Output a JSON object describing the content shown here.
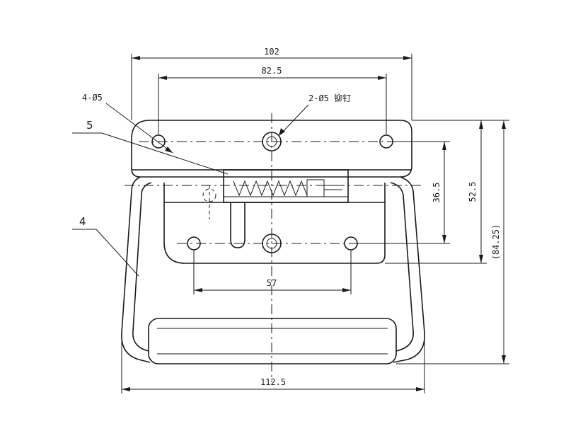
{
  "dimensions": {
    "overall_top_width": "102",
    "hole_spacing_top": "82.5",
    "hole_spacing_bottom": "57",
    "handle_width": "112.5",
    "height_inner": "36.5",
    "height_plate": "52.5",
    "height_total": "(84.25)"
  },
  "callouts": {
    "holes": "4-Ø5",
    "rivets": "2-Ø5 铆钉",
    "part_5": "5",
    "part_4": "4"
  }
}
